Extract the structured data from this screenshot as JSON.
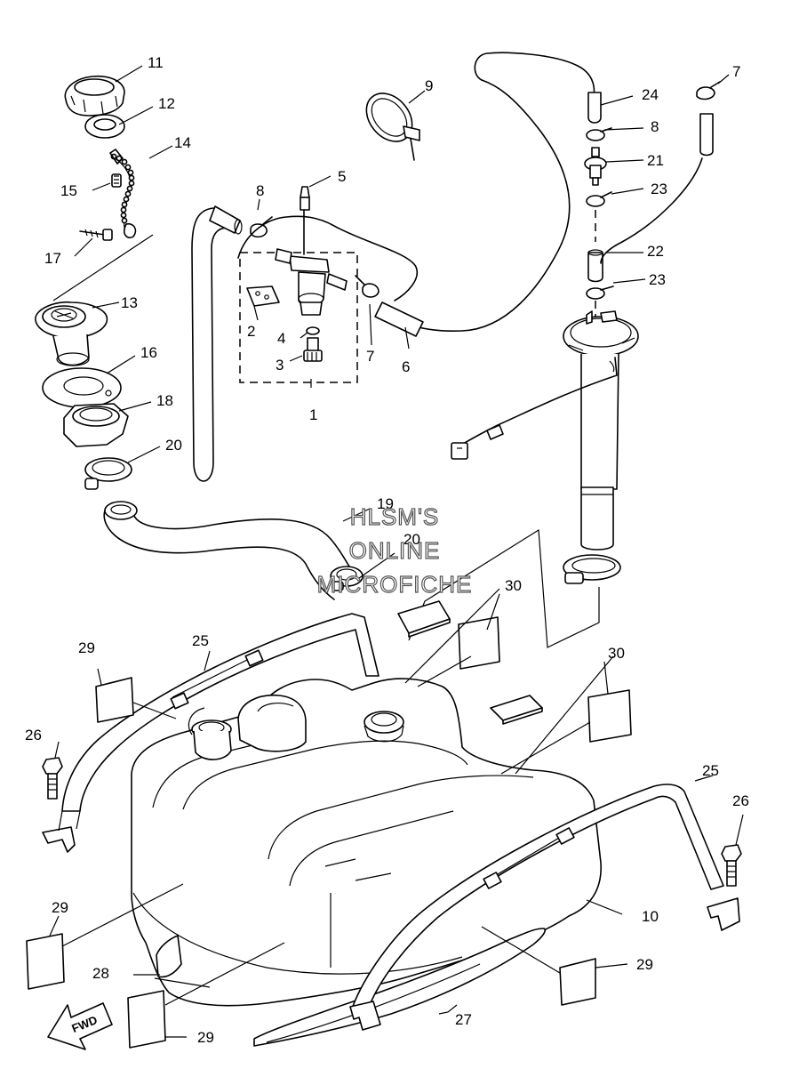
{
  "watermark": {
    "line1": "HLSM'S",
    "line2": "ONLINE",
    "line3": "MICROFICHE"
  },
  "direction_marker": "FWD",
  "callouts": {
    "c1": "1",
    "c2": "2",
    "c3": "3",
    "c4": "4",
    "c5": "5",
    "c6": "6",
    "c7a": "7",
    "c7b": "7",
    "c8a": "8",
    "c8b": "8",
    "c9": "9",
    "c10": "10",
    "c11": "11",
    "c12": "12",
    "c13": "13",
    "c14": "14",
    "c15": "15",
    "c16": "16",
    "c17": "17",
    "c18": "18",
    "c19": "19",
    "c20a": "20",
    "c20b": "20",
    "c21": "21",
    "c22": "22",
    "c23a": "23",
    "c23b": "23",
    "c24": "24",
    "c25a": "25",
    "c25b": "25",
    "c26a": "26",
    "c26b": "26",
    "c27": "27",
    "c28": "28",
    "c29a": "29",
    "c29b": "29",
    "c29c": "29",
    "c29d": "29",
    "c30a": "30",
    "c30b": "30"
  }
}
